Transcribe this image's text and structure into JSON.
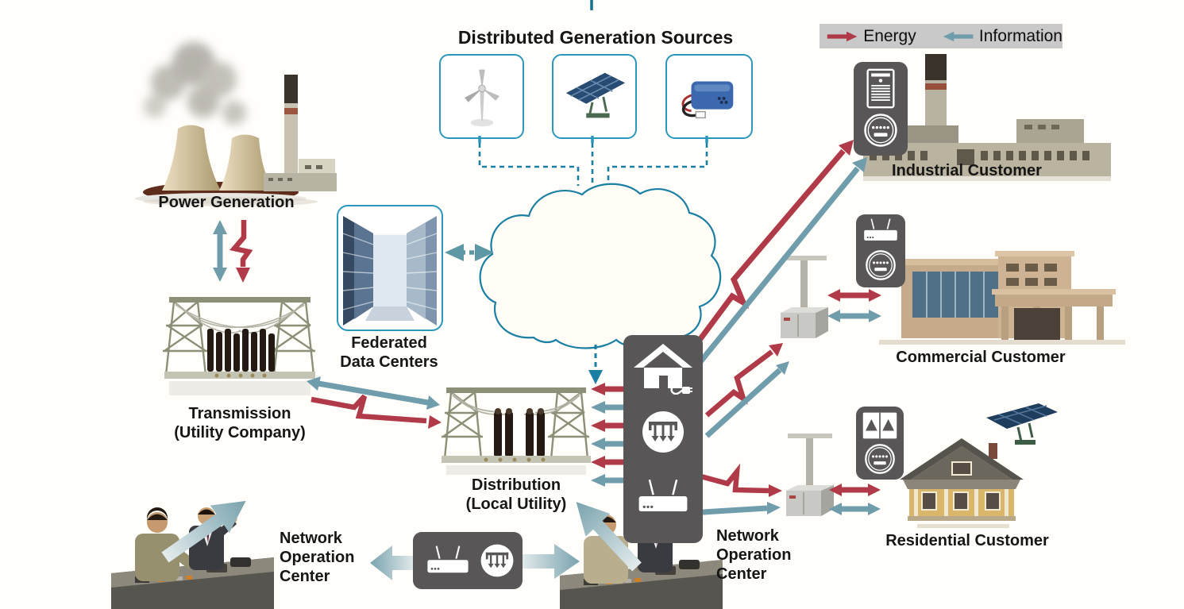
{
  "legend": {
    "energy": "Energy",
    "information": "Information"
  },
  "distributed_generation": {
    "title": "Distributed Generation Sources",
    "sources": [
      {
        "name": "wind-turbine"
      },
      {
        "name": "solar-panel"
      },
      {
        "name": "battery"
      }
    ]
  },
  "nodes": {
    "power_generation": {
      "label": "Power Generation"
    },
    "transmission": {
      "label1": "Transmission",
      "label2": "(Utility Company)"
    },
    "federated_data_centers": {
      "label1": "Federated",
      "label2": "Data Centers"
    },
    "distribution": {
      "label1": "Distribution",
      "label2": "(Local Utility)"
    },
    "noc_left": {
      "label1": "Network",
      "label2": "Operation",
      "label3": "Center"
    },
    "noc_right": {
      "label1": "Network",
      "label2": "Operation",
      "label3": "Center"
    },
    "industrial_customer": {
      "label": "Industrial Customer"
    },
    "commercial_customer": {
      "label": "Commercial Customer"
    },
    "residential_customer": {
      "label": "Residential Customer"
    }
  },
  "icons": {
    "legend": [
      "energy-right-arrow",
      "information-left-arrow"
    ],
    "dg_sources": [
      "wind-turbine-icon",
      "solar-panel-icon",
      "battery-icon"
    ],
    "central_panel": [
      "house-plug-icon",
      "transformer-icon",
      "router-icon"
    ],
    "industrial_meter_box": [
      "server-cabinet-icon",
      "meter-icon"
    ],
    "commercial_meter_box": [
      "router-icon",
      "meter-icon"
    ],
    "residential_meter_box": [
      "solar-inverter-icon",
      "meter-icon"
    ],
    "noc_gateway_box": [
      "router-icon",
      "transformer-icon"
    ]
  },
  "colors": {
    "energy_red": "#b03a48",
    "information_teal": "#6f9dab",
    "network_line_teal": "#1a7fa3",
    "panel_gray": "#585656",
    "legend_bg": "#c9c9c9",
    "box_border_teal": "#2a97bd"
  }
}
